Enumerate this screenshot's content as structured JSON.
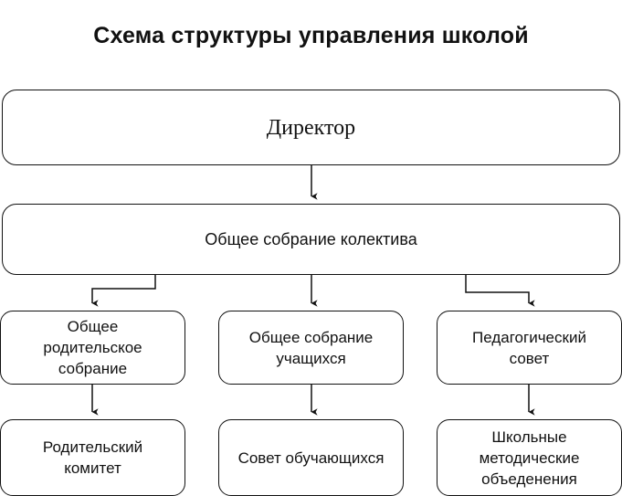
{
  "title": "Схема структуры управления школой",
  "diagram": {
    "type": "flowchart",
    "orientation": "top-down",
    "nodes": [
      {
        "id": "director",
        "label": "Директор"
      },
      {
        "id": "collective",
        "label": "Общее собрание колектива"
      },
      {
        "id": "parents_meeting",
        "label": "Общее\nродительское\nсобрание"
      },
      {
        "id": "students_meeting",
        "label": "Общее собрание\nучащихся"
      },
      {
        "id": "pedagogical_council",
        "label": "Педагогический\nсовет"
      },
      {
        "id": "parents_committee",
        "label": "Родительский\nкомитет"
      },
      {
        "id": "students_council",
        "label": "Совет обучающихся"
      },
      {
        "id": "method_associations",
        "label": "Школьные\nметодические\nобъеденения"
      }
    ],
    "edges": [
      {
        "from": "director",
        "to": "collective",
        "style": "straight-arrow"
      },
      {
        "from": "collective",
        "to": "parents_meeting",
        "style": "elbow-arrow-left"
      },
      {
        "from": "collective",
        "to": "students_meeting",
        "style": "straight-arrow"
      },
      {
        "from": "collective",
        "to": "pedagogical_council",
        "style": "elbow-arrow-right"
      },
      {
        "from": "parents_meeting",
        "to": "parents_committee",
        "style": "straight-arrow"
      },
      {
        "from": "students_meeting",
        "to": "students_council",
        "style": "straight-arrow"
      },
      {
        "from": "pedagogical_council",
        "to": "method_associations",
        "style": "straight-arrow"
      }
    ]
  },
  "colors": {
    "background": "#ffffff",
    "stroke": "#111111",
    "text": "#111111"
  }
}
